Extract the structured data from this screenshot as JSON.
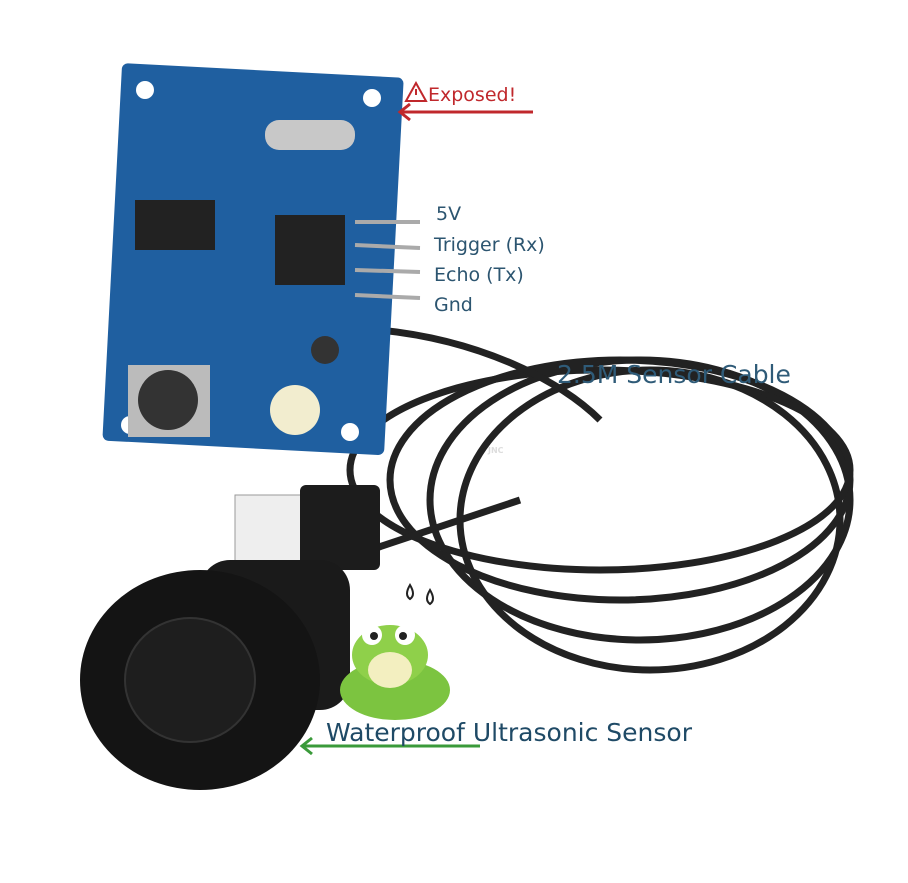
{
  "annotations": {
    "exposed": "Exposed!",
    "pins": [
      "5V",
      "Trigger (Rx)",
      "Echo (Tx)",
      "Gnd"
    ],
    "cable": "2.5M Sensor Cable",
    "waterproof": "Waterproof",
    "sensor_rest": " Ultrasonic Sensor",
    "cable_marking": "JNC"
  },
  "colors": {
    "warning": "#c0282c",
    "arrow_green": "#3a9a3a",
    "text": "#2c5570",
    "pcb": "#1f5fa0"
  }
}
